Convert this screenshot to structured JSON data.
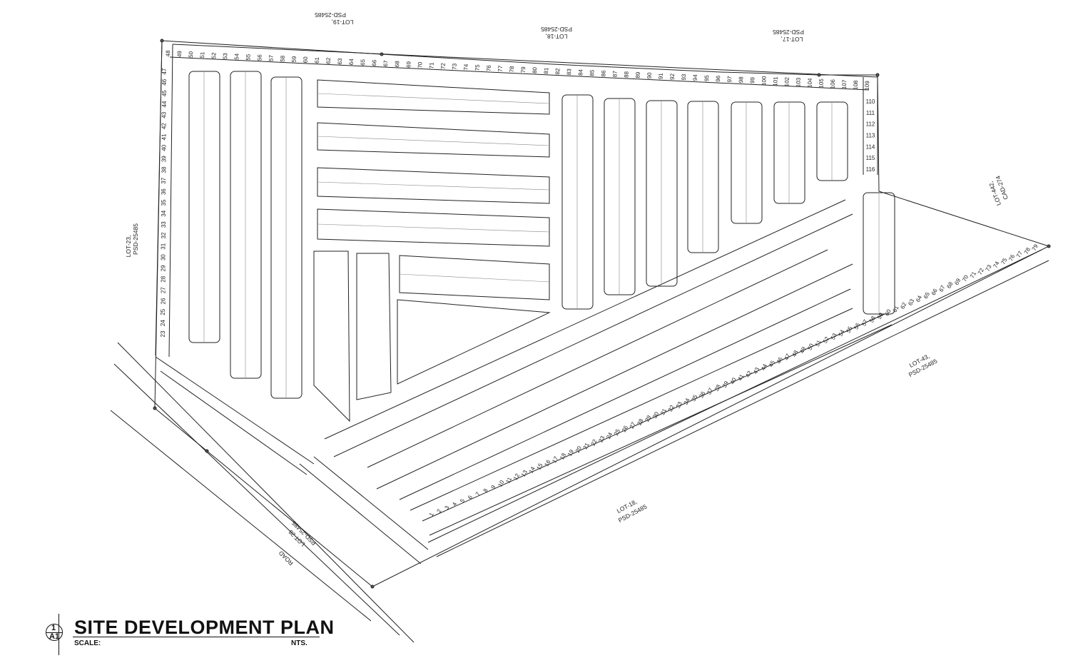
{
  "title": "SITE DEVELOPMENT PLAN",
  "scale_label": "SCALE:",
  "scale_value": "NTS.",
  "sheet": {
    "number": "1",
    "ref": "A1"
  },
  "labels": {
    "lot19": "LOT-19,",
    "lot19_psd": "PSD-25485",
    "lot18_top": "LOT-18,",
    "lot18_top_psd": "PSD-25485",
    "lot17": "LOT-17,",
    "lot17_psd": "PSD-25485",
    "lot23": "LOT-23,",
    "lot23_psd": "PSD-25485",
    "lot442": "LOT-442,",
    "lot442_cad": "CAD-274",
    "lot43": "LOT-43,",
    "lot43_psd": "PSD-25485",
    "lot18_bottom": "LOT-18,",
    "lot18_bottom_psd": "PSD-25485",
    "road": "ROAD",
    "lot28": "LOT-28",
    "lot28_psd": "PSD-25485"
  },
  "lot_rows": {
    "top_row": {
      "start": 48,
      "end": 109
    },
    "right_column": {
      "start": 110,
      "end": 116
    },
    "left_column": {
      "start": 23,
      "end": 47
    },
    "bottom_diagonal": {
      "start": 1,
      "end": 79
    }
  },
  "colors": {
    "lines": "#222222",
    "background": "#ffffff"
  }
}
